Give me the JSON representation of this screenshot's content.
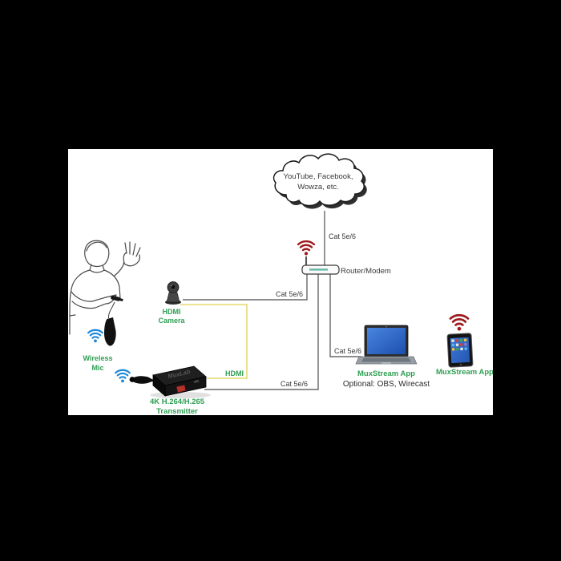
{
  "colors": {
    "letterbox": "#000000",
    "slide_background": "#ffffff",
    "cable": "#686868",
    "hdmi_cable": "#e2cf52",
    "wifi_red": "#9e1b1e",
    "wifi_blue": "#1b87d9",
    "label_green": "#2e9e52",
    "text_dark": "#3a3a3a"
  },
  "cloud": {
    "line1": "YouTube, Facebook,",
    "line2": "Wowza, etc."
  },
  "cables": {
    "internet": {
      "label": "Cat 5e/6"
    },
    "camera": {
      "label": "Cat 5e/6"
    },
    "transmitter": {
      "label": "Cat 5e/6"
    },
    "laptop": {
      "label": "Cat 5e/6"
    },
    "hdmi": {
      "label": "HDMI"
    }
  },
  "devices": {
    "router": {
      "label": "Router/Modem"
    },
    "camera": {
      "label_line1": "HDMI",
      "label_line2": "Camera"
    },
    "wireless_mic": {
      "label_line1": "Wireless",
      "label_line2": "Mic"
    },
    "transmitter": {
      "brand": "MuxLab",
      "label_line1": "4K H.264/H.265",
      "label_line2": "Transmitter"
    },
    "laptop": {
      "app_label": "MuxStream App",
      "optional_label": "Optional: OBS, Wirecast"
    },
    "tablet": {
      "app_label": "MuxStream App"
    }
  }
}
